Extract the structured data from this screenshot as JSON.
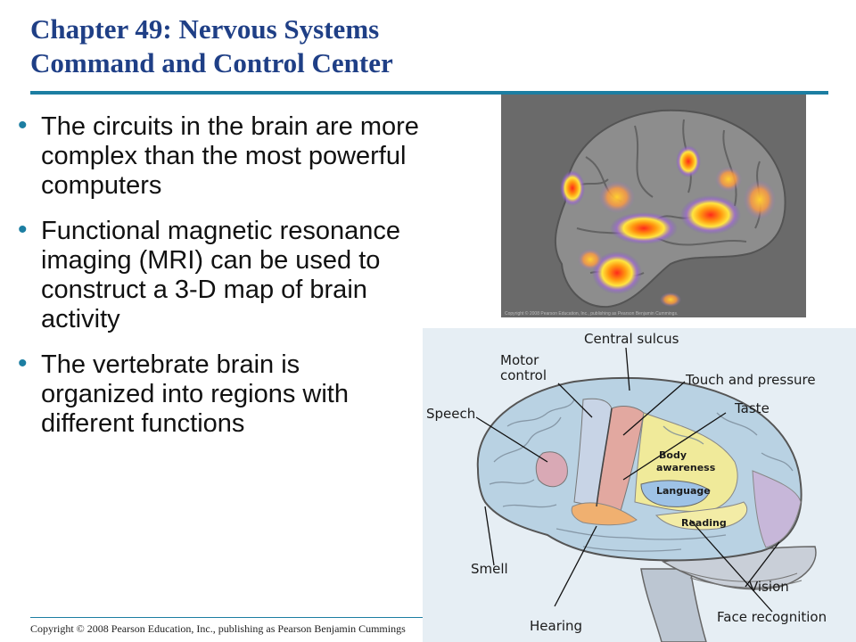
{
  "slide": {
    "title_line1": "Chapter 49: Nervous Systems",
    "title_line2": "Command and Control Center",
    "bullets": [
      "The circuits in the brain are more complex than the most powerful computers",
      "Functional magnetic resonance imaging (MRI) can be used to construct a 3-D map of brain activity",
      "The vertebrate brain is organized into regions with different functions"
    ],
    "bullet_symbol": "•",
    "footer": "Copyright © 2008 Pearson Education, Inc., publishing as Pearson Benjamin Cummings"
  },
  "fmri_image": {
    "credit": "Copyright © 2008 Pearson Education, Inc., publishing as Pearson Benjamin Cummings."
  },
  "brain_diagram": {
    "labels": {
      "central_sulcus": "Central sulcus",
      "motor_control_1": "Motor",
      "motor_control_2": "control",
      "touch_pressure": "Touch and pressure",
      "taste": "Taste",
      "speech": "Speech",
      "body_awareness_1": "Body",
      "body_awareness_2": "awareness",
      "language": "Language",
      "reading": "Reading",
      "smell": "Smell",
      "vision": "Vision",
      "hearing": "Hearing",
      "face_recognition": "Face recognition"
    }
  },
  "colors": {
    "title": "#1f3f86",
    "accent": "#1c7ea2"
  }
}
